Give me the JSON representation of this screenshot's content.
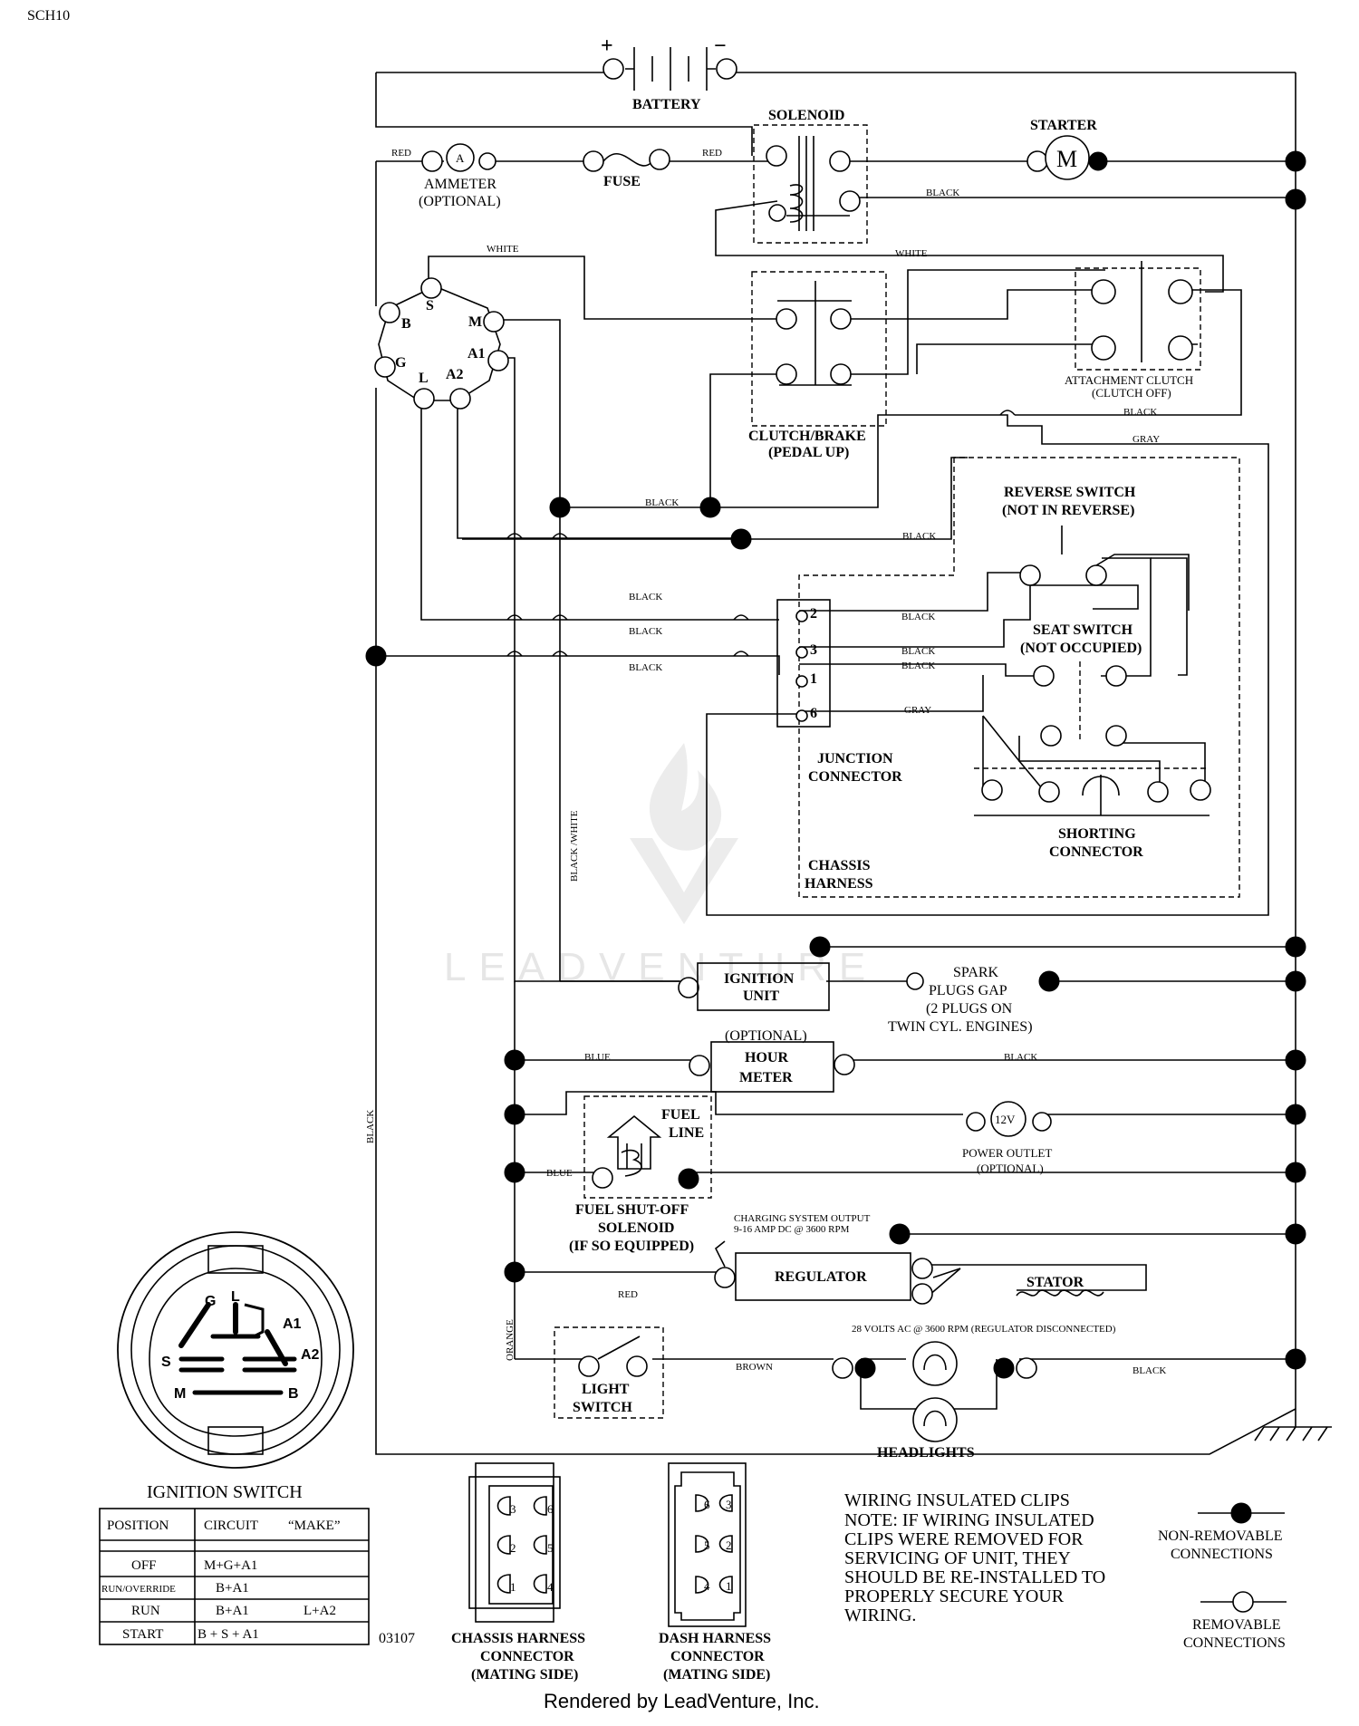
{
  "doc_code": "SCH10",
  "part_number": "03107",
  "footer": "Rendered by LeadVenture, Inc.",
  "watermark": "LEADVENTURE",
  "battery": {
    "label": "BATTERY",
    "plus": "+",
    "minus": "−"
  },
  "solenoid": {
    "label": "SOLENOID"
  },
  "starter": {
    "label": "STARTER",
    "symbol": "M"
  },
  "ammeter": {
    "label": "AMMETER",
    "sub": "(OPTIONAL)",
    "symbol": "A"
  },
  "fuse": {
    "label": "FUSE"
  },
  "clutch_brake": {
    "line1": "CLUTCH/BRAKE",
    "line2": "(PEDAL UP)"
  },
  "attachment_clutch": {
    "line1": "ATTACHMENT CLUTCH",
    "line2": "(CLUTCH OFF)"
  },
  "reverse_switch": {
    "line1": "REVERSE SWITCH",
    "line2": "(NOT IN REVERSE)"
  },
  "seat_switch": {
    "line1": "SEAT SWITCH",
    "line2": "(NOT OCCUPIED)"
  },
  "junction": {
    "line1": "JUNCTION",
    "line2": "CONNECTOR",
    "pins": [
      "2",
      "3",
      "1",
      "6"
    ]
  },
  "shorting": {
    "line1": "SHORTING",
    "line2": "CONNECTOR"
  },
  "chassis_harness": {
    "line1": "CHASSIS",
    "line2": "HARNESS"
  },
  "ignition_unit": {
    "line1": "IGNITION",
    "line2": "UNIT"
  },
  "spark_plugs": {
    "line1": "SPARK",
    "line2": "PLUGS GAP",
    "line3": "(2 PLUGS ON",
    "line4": "TWIN CYL. ENGINES)"
  },
  "hour_meter": {
    "optional": "(OPTIONAL)",
    "line1": "HOUR",
    "line2": "METER"
  },
  "fuel_line": {
    "line1": "FUEL",
    "line2": "LINE"
  },
  "power_outlet": {
    "symbol": "12V",
    "line1": "POWER OUTLET",
    "line2": "(OPTIONAL)"
  },
  "fuel_solenoid": {
    "line1": "FUEL SHUT-OFF",
    "line2": "SOLENOID",
    "line3": "(IF SO EQUIPPED)"
  },
  "charging": {
    "line1": "CHARGING SYSTEM OUTPUT",
    "line2": "9-16 AMP DC @ 3600 RPM"
  },
  "regulator": {
    "label": "REGULATOR"
  },
  "stator": {
    "label": "STATOR"
  },
  "ac_note": "28 VOLTS AC @ 3600 RPM (REGULATOR DISCONNECTED)",
  "light_switch": {
    "line1": "LIGHT",
    "line2": "SWITCH"
  },
  "headlights": {
    "label": "HEADLIGHTS"
  },
  "ignition_terminals": {
    "S": "S",
    "B": "B",
    "M": "M",
    "A1": "A1",
    "G": "G",
    "L": "L",
    "A2": "A2"
  },
  "wires": {
    "red": "RED",
    "black": "BLACK",
    "white": "WHITE",
    "gray": "GRAY",
    "blue": "BLUE",
    "brown": "BROWN",
    "orange": "ORANGE",
    "black_white": "BLACK /WHITE"
  },
  "ignition_switch": {
    "title": "IGNITION SWITCH",
    "face": {
      "G": "G",
      "L": "L",
      "A1": "A1",
      "S": "S",
      "A2": "A2",
      "M": "M",
      "B": "B"
    },
    "headers": [
      "POSITION",
      "CIRCUIT",
      "“MAKE”"
    ],
    "rows": [
      {
        "position": "OFF",
        "circuit": "M+G+A1",
        "extra": ""
      },
      {
        "position": "RUN/OVERRIDE",
        "circuit": "B+A1",
        "extra": ""
      },
      {
        "position": "RUN",
        "circuit": "B+A1",
        "extra": "L+A2"
      },
      {
        "position": "START",
        "circuit": "B + S + A1",
        "extra": ""
      }
    ]
  },
  "chassis_connector": {
    "line1": "CHASSIS HARNESS",
    "line2": "CONNECTOR",
    "line3": "(MATING SIDE)",
    "pins": [
      "3",
      "6",
      "2",
      "5",
      "1",
      "4"
    ]
  },
  "dash_connector": {
    "line1": "DASH HARNESS",
    "line2": "CONNECTOR",
    "line3": "(MATING SIDE)",
    "pins": [
      "6",
      "3",
      "5",
      "2",
      "4",
      "1"
    ]
  },
  "note": {
    "lines": [
      "WIRING INSULATED CLIPS",
      "NOTE:  IF WIRING INSULATED",
      "CLIPS WERE REMOVED FOR",
      "SERVICING OF UNIT, THEY",
      "SHOULD BE RE-INSTALLED TO",
      "PROPERLY SECURE YOUR",
      " WIRING."
    ]
  },
  "legend": {
    "non_removable": {
      "line1": "NON-REMOVABLE",
      "line2": "CONNECTIONS"
    },
    "removable": {
      "line1": "REMOVABLE",
      "line2": "CONNECTIONS"
    }
  }
}
